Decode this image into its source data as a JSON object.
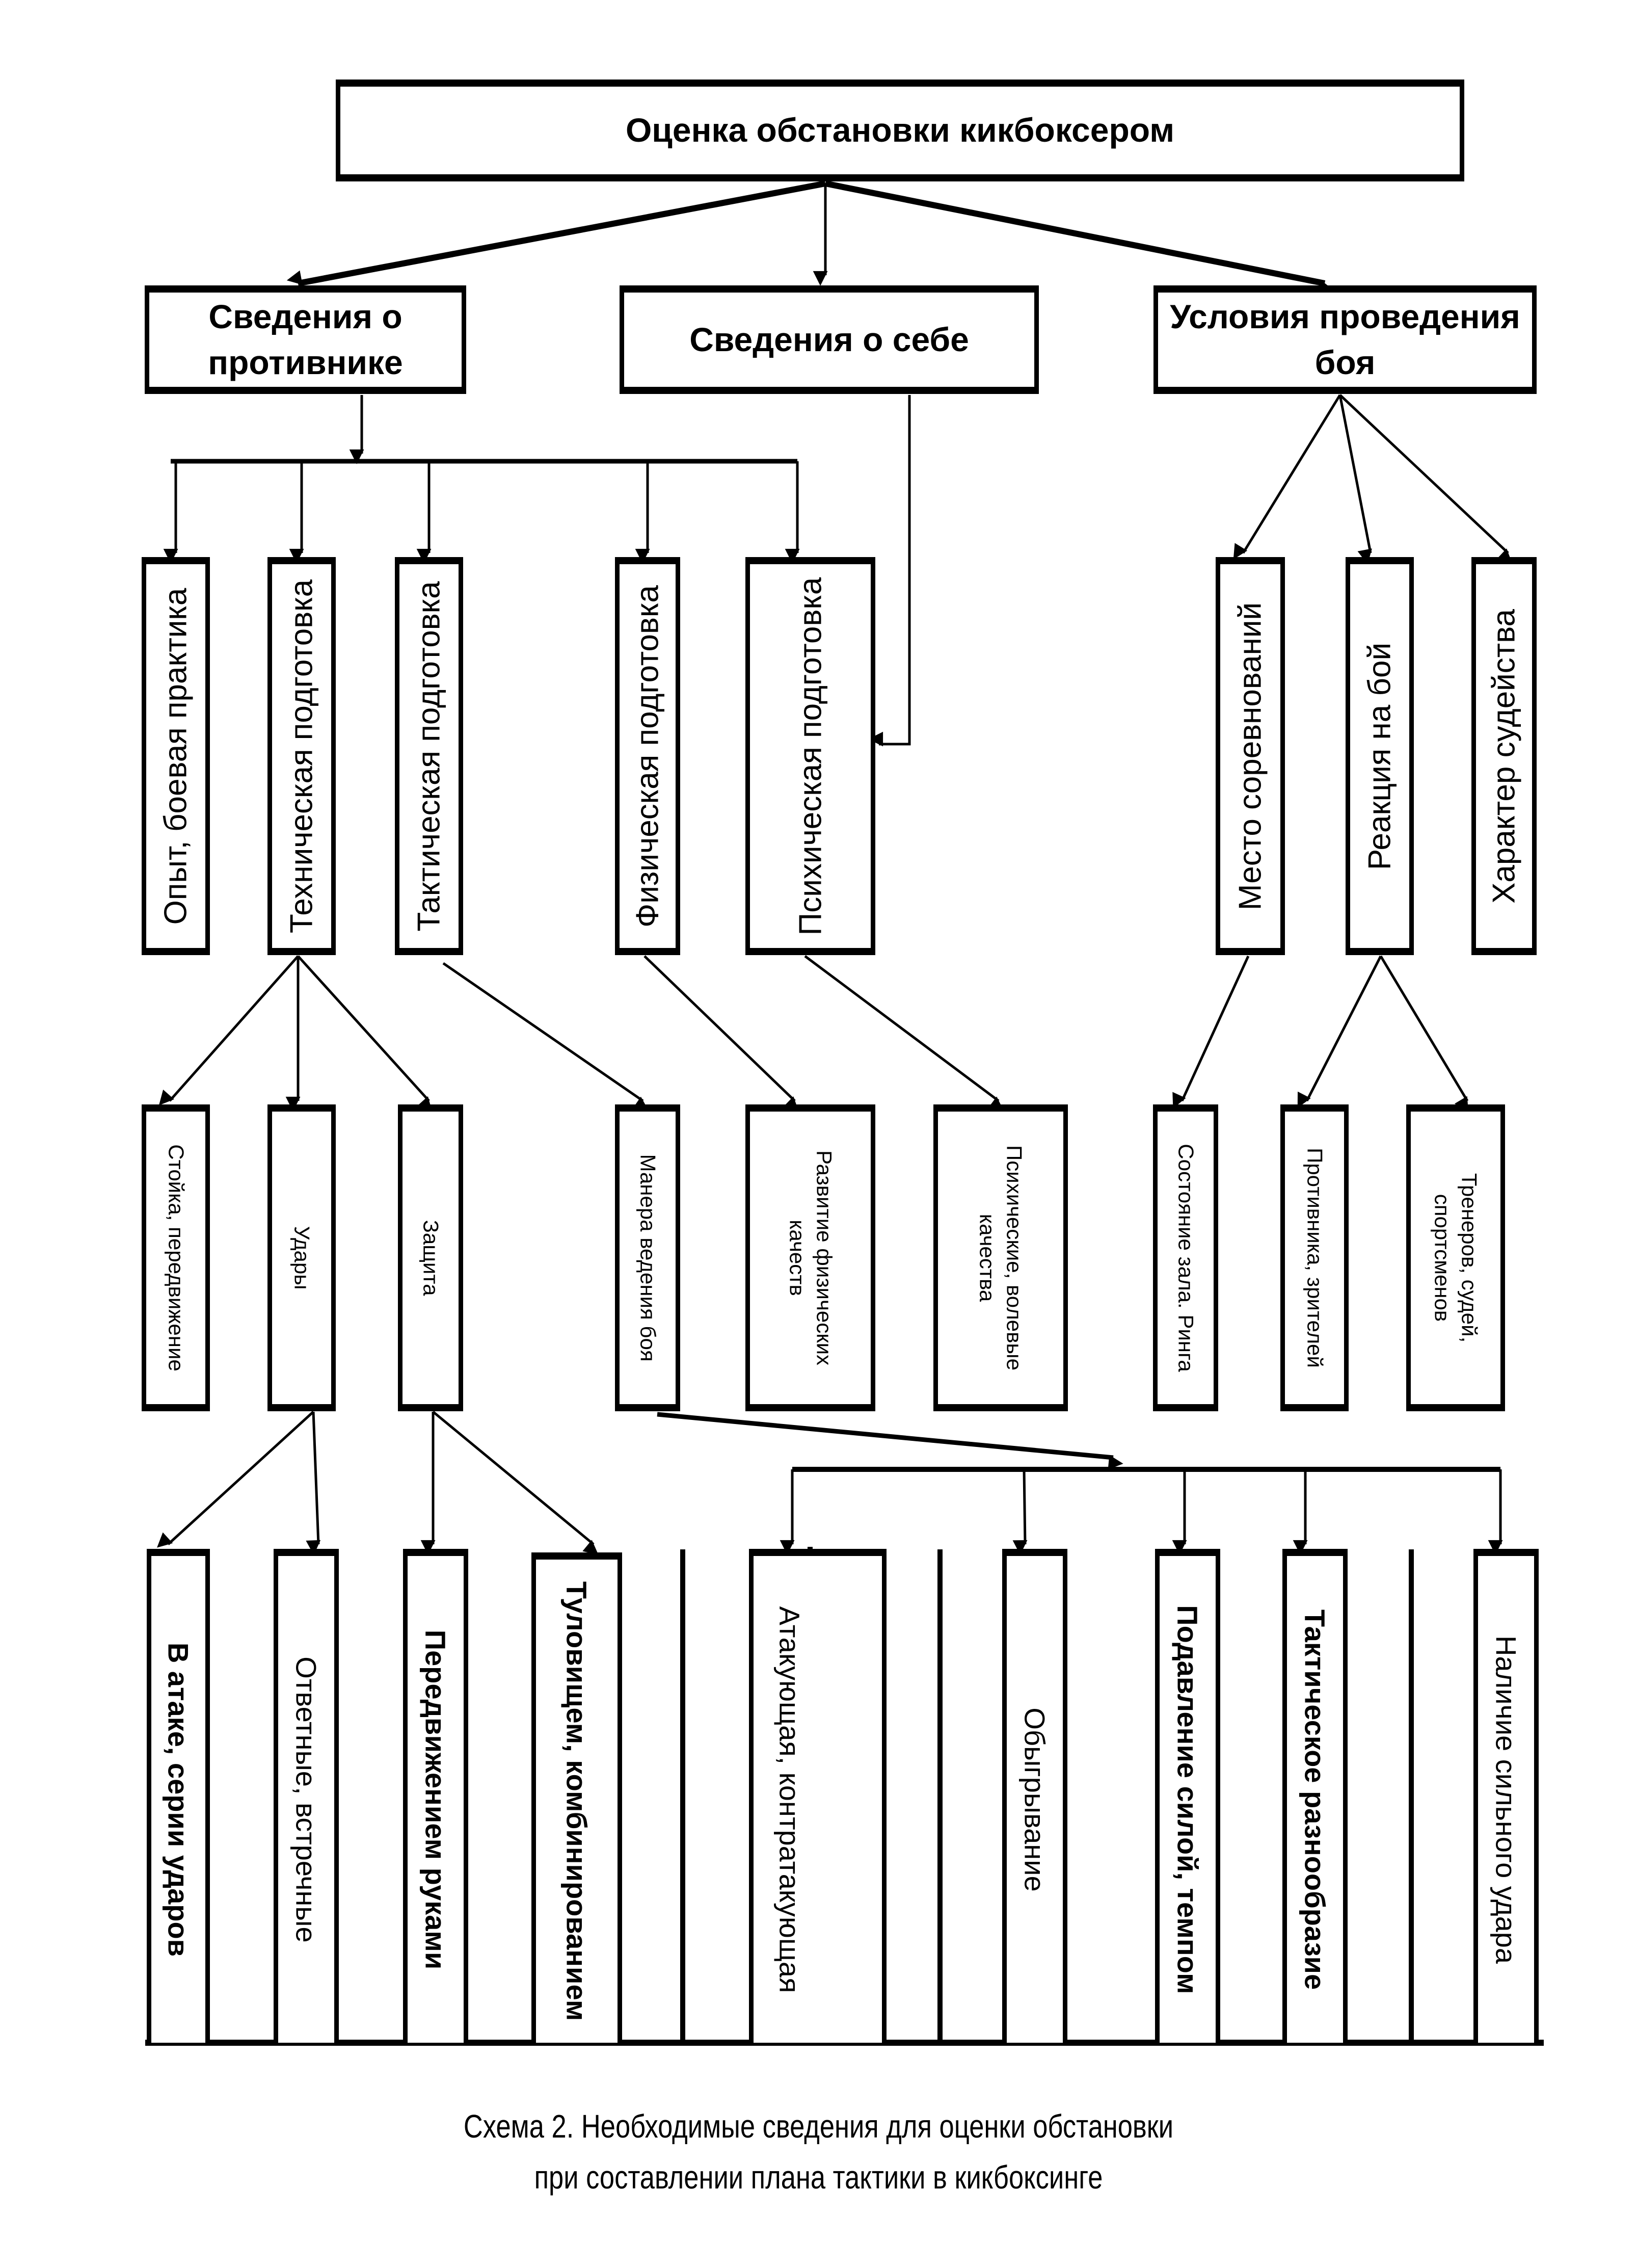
{
  "root": {
    "label": "Оценка обстановки кикбоксером"
  },
  "level1": [
    {
      "id": "opponent",
      "label": "Сведения о противнике"
    },
    {
      "id": "self",
      "label": "Сведения о себе"
    },
    {
      "id": "conditions",
      "label": "Условия проведения боя"
    }
  ],
  "level2": [
    {
      "id": "experience",
      "label": "Опыт, боевая практика",
      "parent": "opponent"
    },
    {
      "id": "technical",
      "label": "Техническая подготовка",
      "parent": "opponent"
    },
    {
      "id": "tactical",
      "label": "Тактическая подготовка",
      "parent": "opponent"
    },
    {
      "id": "physical",
      "label": "Физическая подготовка",
      "parent": "opponent"
    },
    {
      "id": "psychological",
      "label": "Психическая подготовка",
      "parent": "opponent+self"
    },
    {
      "id": "venue",
      "label": "Место соревнований",
      "parent": "conditions"
    },
    {
      "id": "reaction",
      "label": "Реакция на бой",
      "parent": "conditions"
    },
    {
      "id": "refereeing",
      "label": "Характер судейства",
      "parent": "conditions"
    }
  ],
  "level3": [
    {
      "id": "stance",
      "label": "Стойка, передвижение",
      "parent": "technical"
    },
    {
      "id": "strikes",
      "label": "Удары",
      "parent": "technical"
    },
    {
      "id": "defense",
      "label": "Защита",
      "parent": "technical"
    },
    {
      "id": "style",
      "label": "Манера ведения боя",
      "parent": "tactical"
    },
    {
      "id": "phys-dev",
      "label": "Развитие физических качеств",
      "parent": "physical"
    },
    {
      "id": "psych-q",
      "label": "Психические, волевые качества",
      "parent": "psychological"
    },
    {
      "id": "hall",
      "label": "Состояние зала. Ринга",
      "parent": "venue"
    },
    {
      "id": "opp-spect",
      "label": "Противника, зрителей",
      "parent": "reaction"
    },
    {
      "id": "coaches",
      "label": "Тренеров, судей, спортсменов",
      "parent": "reaction"
    }
  ],
  "level4": [
    {
      "id": "attack-series",
      "label": "В атаке, серии ударов",
      "parent": "strikes"
    },
    {
      "id": "counter",
      "label": "Ответные, встречные",
      "parent": "strikes"
    },
    {
      "id": "move-hands",
      "label": "Передвижением руками",
      "parent": "defense"
    },
    {
      "id": "torso-comb",
      "label": "Туловищем, комбинированием",
      "parent": "defense"
    },
    {
      "id": "attacking",
      "label": "Атакующая, контратакующая",
      "parent": "style"
    },
    {
      "id": "outplay",
      "label": "Обыгрывание",
      "parent": "style"
    },
    {
      "id": "suppress",
      "label": "Подавление силой, темпом",
      "parent": "style"
    },
    {
      "id": "variety",
      "label": "Тактическое разнообразие",
      "parent": "style"
    },
    {
      "id": "strong-punch",
      "label": "Наличие сильного удара",
      "parent": "style"
    }
  ],
  "caption": {
    "line1": "Схема 2. Необходимые сведения для оценки обстановки",
    "line2": "при составлении плана тактики в кикбоксинге"
  }
}
